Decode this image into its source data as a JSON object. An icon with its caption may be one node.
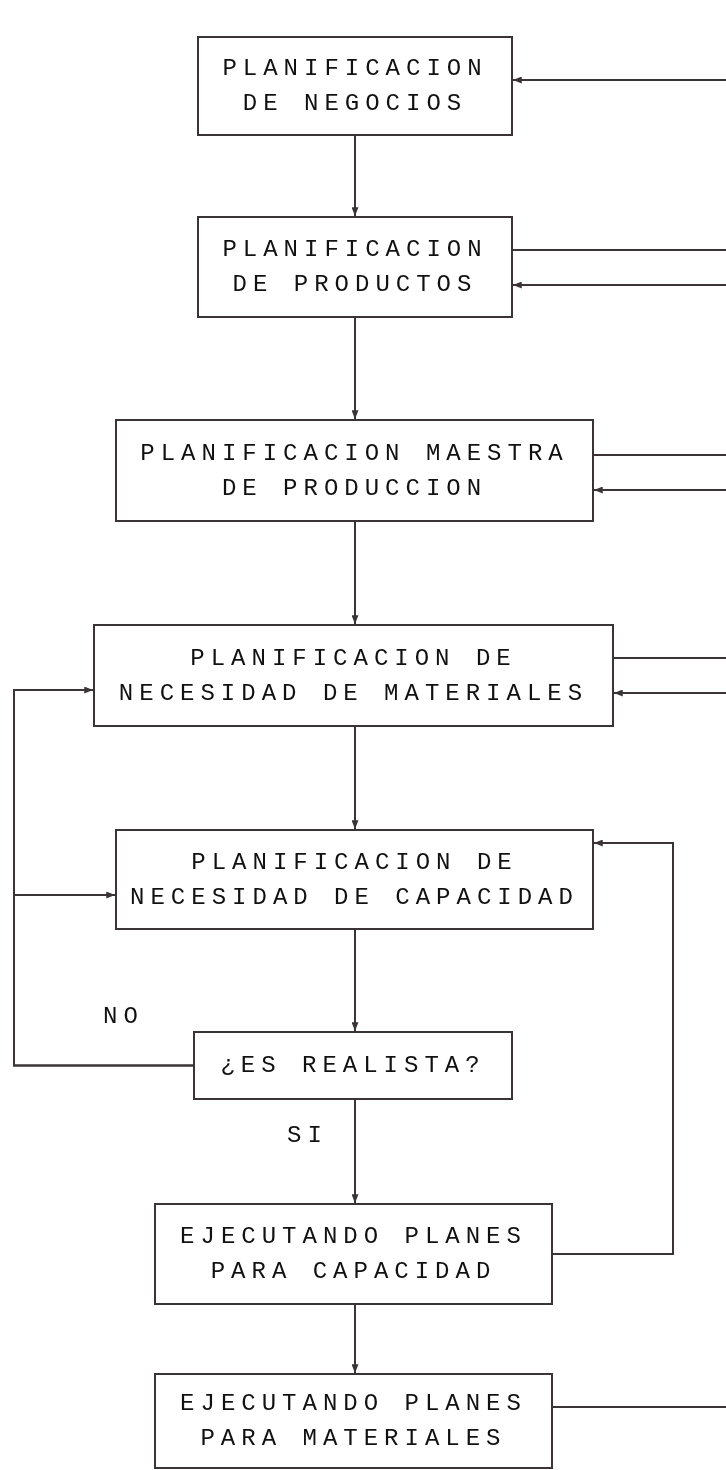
{
  "diagram": {
    "nodes": [
      {
        "text": [
          "PLANIFICACION DE NEGOCIOS"
        ]
      },
      {
        "text": [
          "PLANIFICACION DE PRODUCTOS"
        ]
      },
      {
        "text": [
          "PLANIFICACION MAESTRA DE PRODUCCION"
        ]
      },
      {
        "text": [
          "PLANIFICACION DE NECESIDAD DE MATERIALES"
        ]
      },
      {
        "text": [
          "PLANIFICACION DE NECESIDAD DE CAPACIDAD"
        ]
      },
      {
        "text": [
          "¿ES REALISTA?"
        ]
      },
      {
        "text": [
          "EJECUTANDO PLANES PARA CAPACIDAD"
        ]
      },
      {
        "text": [
          "EJECUTANDO PLANES PARA MATERIALES"
        ]
      }
    ],
    "edges": [
      {
        "from": 0,
        "to": 1,
        "arrow": "to"
      },
      {
        "from": null,
        "to": 0,
        "arrow": "to"
      },
      {
        "from": 1,
        "to": 2,
        "arrow": "to"
      },
      {
        "from": 1,
        "to": null,
        "arrow": "none"
      },
      {
        "from": null,
        "to": 1,
        "arrow": "to"
      },
      {
        "from": 2,
        "to": 3,
        "arrow": "to"
      },
      {
        "from": 2,
        "to": null,
        "arrow": "none"
      },
      {
        "from": null,
        "to": 2,
        "arrow": "to"
      },
      {
        "from": 3,
        "to": 4,
        "arrow": "to"
      },
      {
        "from": 3,
        "to": null,
        "arrow": "none"
      },
      {
        "from": null,
        "to": 3,
        "arrow": "to"
      },
      {
        "from": 4,
        "to": 5,
        "arrow": "to"
      },
      {
        "from": 5,
        "to": 6,
        "arrow": "to",
        "label": "SI"
      },
      {
        "from": 5,
        "to": 3,
        "arrow": "to",
        "label": "NO"
      },
      {
        "from": 5,
        "to": 4,
        "arrow": "to"
      },
      {
        "from": 6,
        "to": 4,
        "arrow": "to"
      },
      {
        "from": 6,
        "to": 7,
        "arrow": "to"
      },
      {
        "from": 7,
        "to": null,
        "arrow": "none"
      }
    ]
  }
}
